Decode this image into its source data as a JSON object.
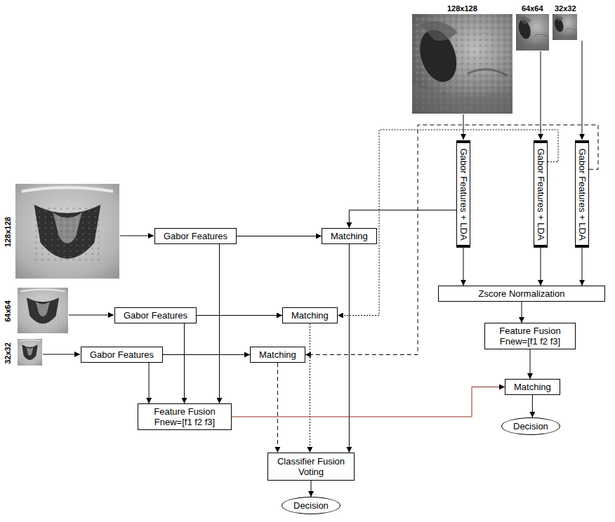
{
  "diagram": {
    "nodes": [
      {
        "text": [
          "Gabor Features + LDA"
        ]
      },
      {
        "text": [
          "Gabor Features + LDA"
        ]
      },
      {
        "text": [
          "Gabor Features + LDA"
        ]
      },
      {
        "text": [
          "Gabor Features"
        ]
      },
      {
        "text": [
          "Matching"
        ]
      },
      {
        "text": [
          "Gabor Features"
        ]
      },
      {
        "text": [
          "Matching"
        ]
      },
      {
        "text": [
          "Gabor Features"
        ]
      },
      {
        "text": [
          "Matching"
        ]
      },
      {
        "text": [
          "Zscore Normalization"
        ]
      },
      {
        "text": [
          "Feature Fusion",
          "Fnew=[f1 f2 f3]"
        ]
      },
      {
        "text": [
          "Feature Fusion",
          "Fnew=[f1 f2 f3]"
        ]
      },
      {
        "text": [
          "Matching"
        ]
      },
      {
        "text": [
          "Decision"
        ]
      },
      {
        "text": [
          "Classifier Fusion Voting"
        ]
      },
      {
        "text": [
          "Decision"
        ]
      }
    ],
    "edges": [
      {
        "from": 0,
        "to": 4,
        "arrow": "to"
      },
      {
        "from": 1,
        "to": 6,
        "arrow": "to"
      },
      {
        "from": 2,
        "to": 8,
        "arrow": "to"
      },
      {
        "from": 0,
        "to": 9,
        "arrow": "to"
      },
      {
        "from": 1,
        "to": 9,
        "arrow": "to"
      },
      {
        "from": 2,
        "to": 9,
        "arrow": "to"
      },
      {
        "from": 3,
        "to": 4,
        "arrow": "to"
      },
      {
        "from": 5,
        "to": 6,
        "arrow": "to"
      },
      {
        "from": 7,
        "to": 8,
        "arrow": "to"
      },
      {
        "from": 3,
        "to": 11,
        "arrow": "to"
      },
      {
        "from": 5,
        "to": 11,
        "arrow": "to"
      },
      {
        "from": 7,
        "to": 11,
        "arrow": "to"
      },
      {
        "from": 4,
        "to": 14,
        "arrow": "to"
      },
      {
        "from": 6,
        "to": 14,
        "arrow": "to"
      },
      {
        "from": 8,
        "to": 14,
        "arrow": "to"
      },
      {
        "from": 14,
        "to": 15,
        "arrow": "to"
      },
      {
        "from": 9,
        "to": 10,
        "arrow": "to"
      },
      {
        "from": 10,
        "to": 12,
        "arrow": "to"
      },
      {
        "from": 11,
        "to": 12,
        "arrow": "to"
      },
      {
        "from": 12,
        "to": 13,
        "arrow": "to"
      }
    ],
    "labels": [
      "128x128",
      "64x64",
      "32x32",
      "128x128",
      "64x64",
      "32x32"
    ]
  }
}
